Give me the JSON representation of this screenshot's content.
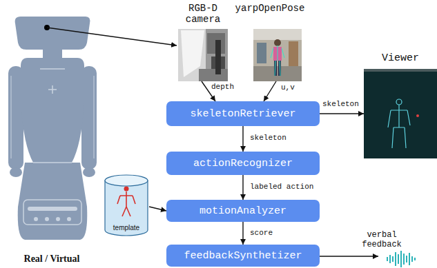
{
  "diagram": {
    "nodes": [
      {
        "text": [
          "Real / Virtual"
        ]
      },
      {
        "text": [
          "RGB-D camera"
        ]
      },
      {
        "text": [
          "yarpOpenPose"
        ]
      },
      {
        "text": [
          "skeletonRetriever"
        ]
      },
      {
        "text": [
          "Viewer"
        ]
      },
      {
        "text": [
          "actionRecognizer"
        ]
      },
      {
        "text": [
          "template"
        ]
      },
      {
        "text": [
          "motionAnalyzer"
        ]
      },
      {
        "text": [
          "feedbackSynthetizer"
        ]
      }
    ],
    "edges": [
      {
        "from": 0,
        "to": 1,
        "arrow": "to"
      },
      {
        "from": 1,
        "to": 3,
        "label": "depth",
        "arrow": "to"
      },
      {
        "from": 2,
        "to": 3,
        "label": "u,v",
        "arrow": "to"
      },
      {
        "from": 3,
        "to": 4,
        "label": "skeleton",
        "arrow": "to"
      },
      {
        "from": 3,
        "to": 5,
        "label": "skeleton",
        "arrow": "to"
      },
      {
        "from": 5,
        "to": 7,
        "label": "labeled action",
        "arrow": "to"
      },
      {
        "from": 6,
        "to": 7,
        "arrow": "to"
      },
      {
        "from": 7,
        "to": 8,
        "label": "score",
        "arrow": "to"
      }
    ],
    "labels": [
      "verbal feedback"
    ]
  }
}
